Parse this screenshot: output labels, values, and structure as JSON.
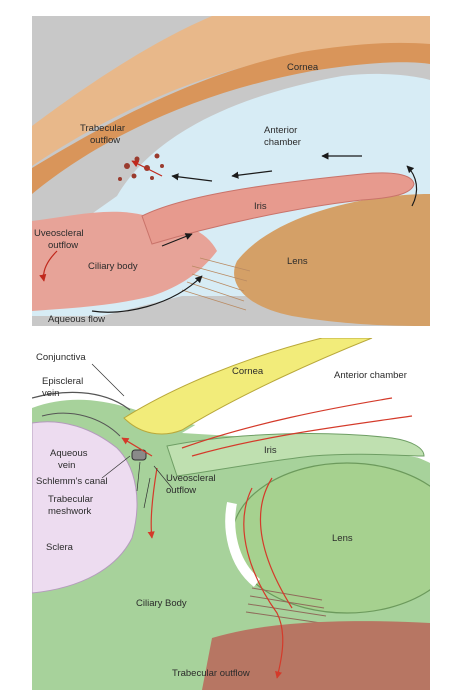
{
  "top_panel": {
    "labels": {
      "cornea": "Cornea",
      "trabecular_outflow": "Trabecular",
      "trabecular_outflow_2": "outflow",
      "anterior_chamber": "Anterior",
      "anterior_chamber_2": "chamber",
      "iris": "Iris",
      "uveoscleral_outflow": "Uveoscleral",
      "uveoscleral_outflow_2": "outflow",
      "ciliary_body": "Ciliary body",
      "lens": "Lens",
      "aqueous_flow": "Aqueous flow"
    }
  },
  "bottom_panel": {
    "labels": {
      "conjunctiva": "Conjunctiva",
      "episcleral_vein": "Episcleral",
      "episcleral_vein_2": "vein",
      "cornea": "Cornea",
      "anterior_chamber": "Anterior chamber",
      "aqueous_vein": "Aqueous",
      "aqueous_vein_2": "vein",
      "iris": "Iris",
      "schlemms_canal": "Schlemm's canal",
      "trabecular_meshwork": "Trabecular",
      "trabecular_meshwork_2": "meshwork",
      "uveoscleral_outflow": "Uveoscleral",
      "uveoscleral_outflow_2": "outflow",
      "sclera": "Sclera",
      "lens": "Lens",
      "ciliary_body": "Ciliary Body",
      "trabecular_outflow": "Trabecular outflow"
    }
  },
  "colors": {
    "top_background": "#c8c8c8",
    "cornea_orange": "#d9955a",
    "aqueous_blue": "#d7ecf5",
    "iris_pink": "#e79a8e",
    "lens_tan": "#d4a067",
    "bottom_cornea_yellow": "#f2ec7a",
    "bottom_green": "#a7d29b",
    "sclera_lilac": "#eddcf0",
    "floor_brown": "#b77663",
    "flow_red": "#d43a2a"
  }
}
